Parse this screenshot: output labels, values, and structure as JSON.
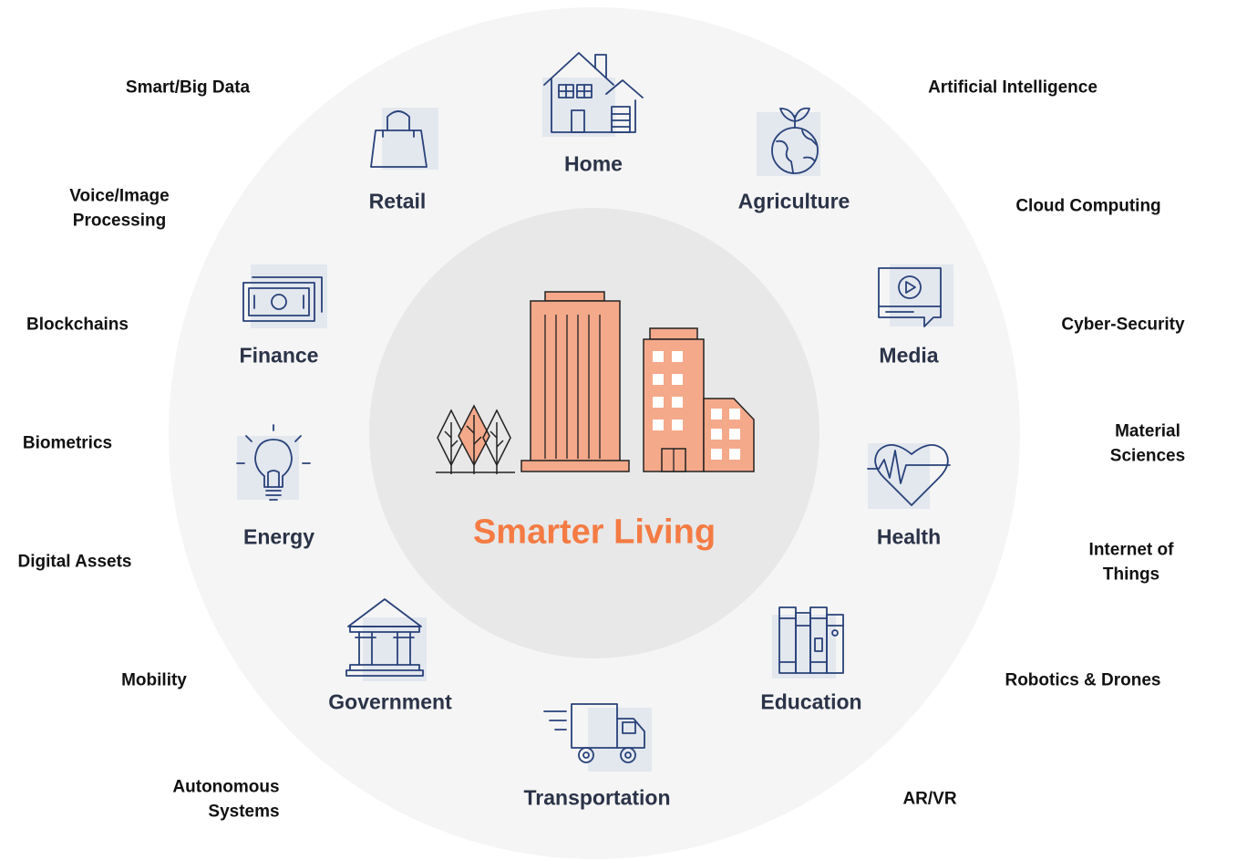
{
  "center": {
    "title": "Smarter Living"
  },
  "sectors": {
    "home": "Home",
    "retail": "Retail",
    "agriculture": "Agriculture",
    "finance": "Finance",
    "media": "Media",
    "energy": "Energy",
    "health": "Health",
    "government": "Government",
    "education": "Education",
    "transportation": "Transportation"
  },
  "technologies": {
    "smart_big_data": "Smart/Big Data",
    "voice_image_1": "Voice/Image",
    "voice_image_2": "Processing",
    "blockchains": "Blockchains",
    "biometrics": "Biometrics",
    "digital_assets": "Digital Assets",
    "mobility": "Mobility",
    "autonomous_1": "Autonomous",
    "autonomous_2": "Systems",
    "artificial_intelligence": "Artificial Intelligence",
    "cloud_computing": "Cloud Computing",
    "cyber_security": "Cyber-Security",
    "material_sciences": "Material Sciences",
    "internet_of_things": "Internet of Things",
    "robotics_drones": "Robotics & Drones",
    "ar_vr": "AR/VR"
  },
  "colors": {
    "accent": "#f47b43",
    "icon_stroke": "#28427a",
    "label": "#2b3348"
  }
}
